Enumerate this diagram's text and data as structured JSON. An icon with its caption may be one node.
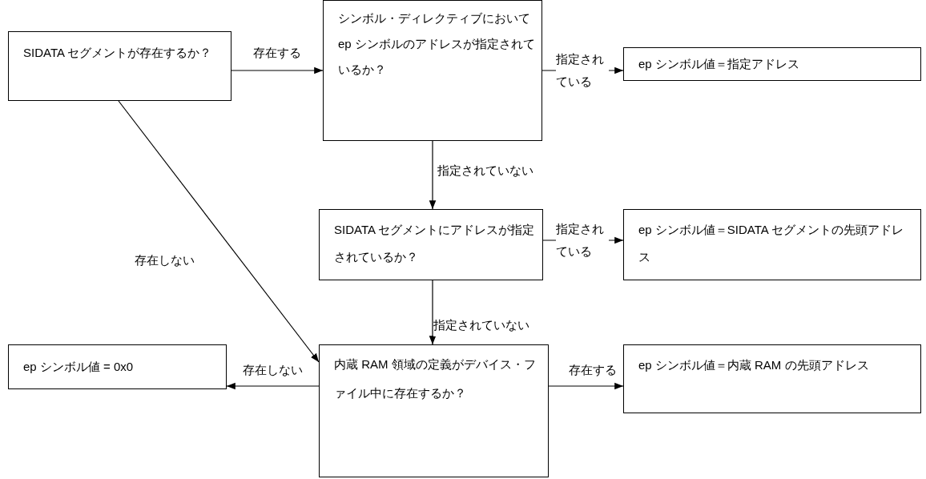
{
  "diagram": {
    "nodes": [
      {
        "text": [
          "SIDATA セグメントが存在するか？"
        ]
      },
      {
        "text": [
          "シンボル・ディレクティブにおいて ep シンボルのアドレスが指定されているか？"
        ]
      },
      {
        "text": [
          "ep シンボル値＝指定アドレス"
        ]
      },
      {
        "text": [
          "SIDATA セグメントにアドレスが指定されているか？"
        ]
      },
      {
        "text": [
          "ep シンボル値＝SIDATA セグメントの先頭アドレス"
        ]
      },
      {
        "text": [
          "ep シンボル値 = 0x0"
        ]
      },
      {
        "text": [
          "内蔵 RAM 領域の定義がデバイス・ファイル中に存在するか？"
        ]
      },
      {
        "text": [
          "ep シンボル値＝内蔵 RAM の先頭アドレス"
        ]
      }
    ],
    "edges": [
      {
        "from": 0,
        "to": 1,
        "arrow": "to",
        "label": "存在する"
      },
      {
        "from": 1,
        "to": 2,
        "arrow": "to",
        "label": "指定されている"
      },
      {
        "from": 1,
        "to": 3,
        "arrow": "to",
        "label": "指定されていない"
      },
      {
        "from": 3,
        "to": 4,
        "arrow": "to",
        "label": "指定されている"
      },
      {
        "from": 3,
        "to": 6,
        "arrow": "to",
        "label": "指定されていない"
      },
      {
        "from": 0,
        "to": 6,
        "arrow": "to",
        "label": "存在しない"
      },
      {
        "from": 6,
        "to": 5,
        "arrow": "to",
        "label": "存在しない"
      },
      {
        "from": 6,
        "to": 7,
        "arrow": "to",
        "label": "存在する"
      }
    ]
  }
}
